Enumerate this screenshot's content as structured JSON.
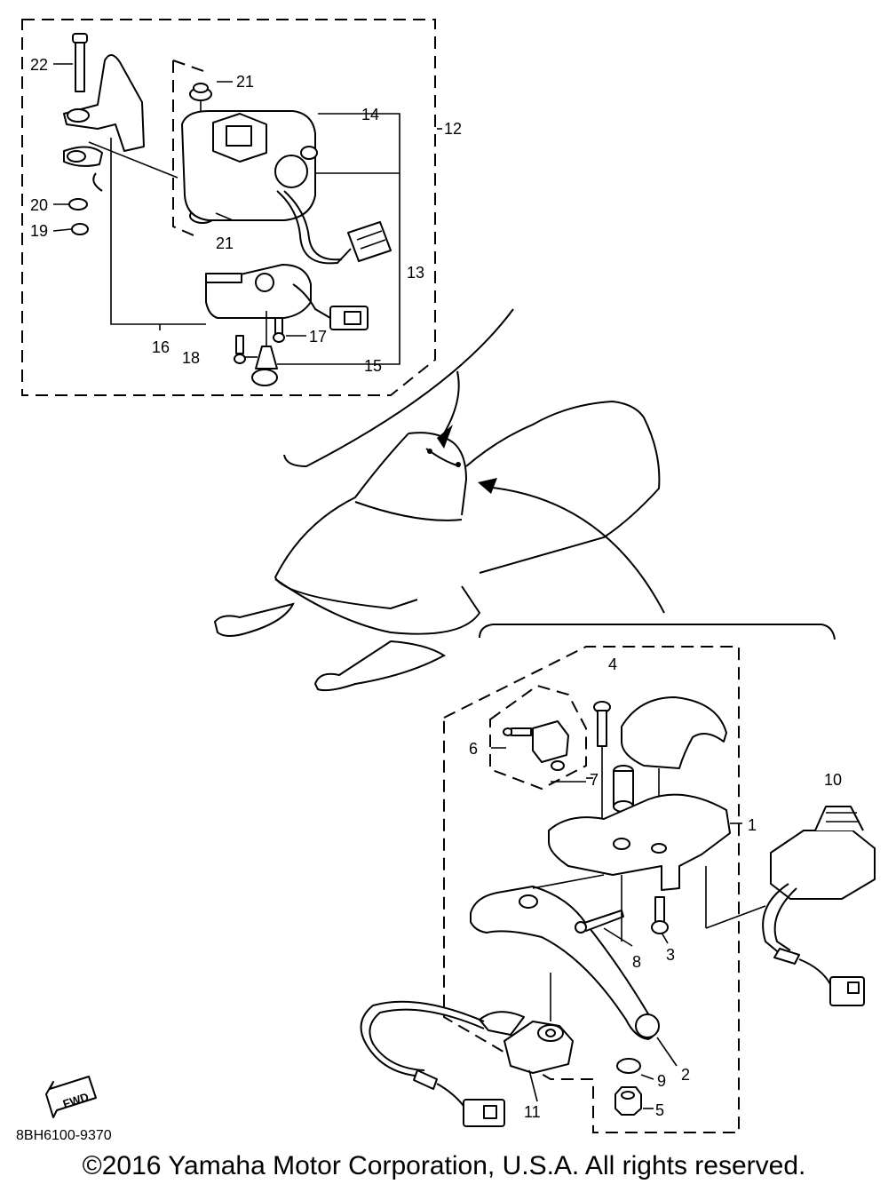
{
  "diagram": {
    "callouts": {
      "c1": "1",
      "c2": "2",
      "c3": "3",
      "c4": "4",
      "c5": "5",
      "c6": "6",
      "c7": "7",
      "c8": "8",
      "c9": "9",
      "c10": "10",
      "c11": "11",
      "c12": "12",
      "c13": "13",
      "c14": "14",
      "c15": "15",
      "c16": "16",
      "c17": "17",
      "c18": "18",
      "c19": "19",
      "c20": "20",
      "c21a": "21",
      "c21b": "21",
      "c22": "22"
    },
    "fwd_label": "FWD"
  },
  "footer": {
    "ref_code": "8BH6100-9370",
    "copyright": "©2016 Yamaha Motor Corporation, U.S.A. All rights reserved."
  }
}
